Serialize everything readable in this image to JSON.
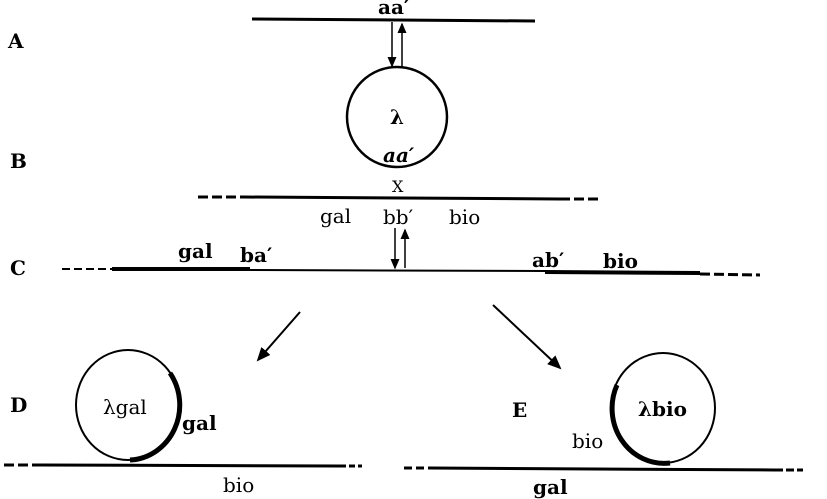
{
  "row_labels": {
    "a": "A",
    "b": "B",
    "c": "C",
    "d": "D",
    "e": "E"
  },
  "stage_a": {
    "site": "aa′"
  },
  "phage": {
    "symbol": "λ",
    "site": "aa′",
    "crossover": "X"
  },
  "stage_b": {
    "left_gene": "gal",
    "site": "bb′",
    "right_gene": "bio"
  },
  "stage_c": {
    "left_gene": "gal",
    "left_site": "ba′",
    "right_site": "ab′",
    "right_gene": "bio"
  },
  "stage_d": {
    "circle_label": "λgal",
    "arc_label": "gal",
    "chromosome_label": "bio"
  },
  "stage_e": {
    "circle_label": "λbio",
    "arc_label": "bio",
    "chromosome_label": "gal"
  }
}
